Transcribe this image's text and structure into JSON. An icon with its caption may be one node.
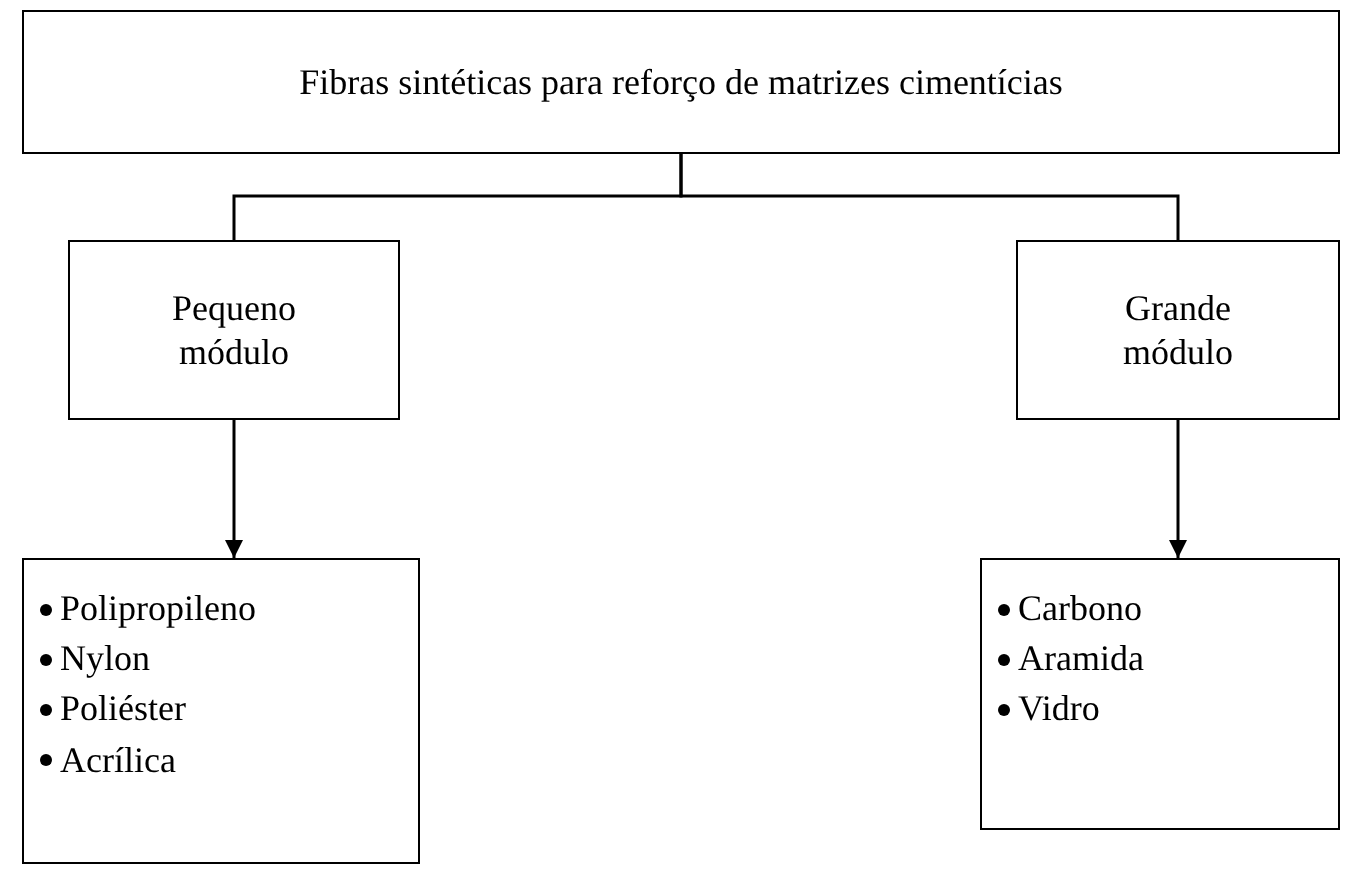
{
  "diagram": {
    "nodes": [
      {
        "text": [
          "Fibras sintéticas para reforço de matrizes cimentícias"
        ]
      },
      {
        "text": [
          "Pequeno módulo"
        ]
      },
      {
        "text": [
          "Grande módulo"
        ]
      },
      {
        "text": [
          "Polipropileno",
          "Nylon",
          "Poliéster",
          "Acrílica"
        ]
      },
      {
        "text": [
          "Carbono",
          "Aramida",
          "Vidro"
        ]
      }
    ],
    "edges": [
      {
        "from": 0,
        "to": 1,
        "arrow": "none"
      },
      {
        "from": 0,
        "to": 2,
        "arrow": "none"
      },
      {
        "from": 1,
        "to": 3,
        "arrow": "to"
      },
      {
        "from": 2,
        "to": 4,
        "arrow": "to"
      }
    ]
  }
}
